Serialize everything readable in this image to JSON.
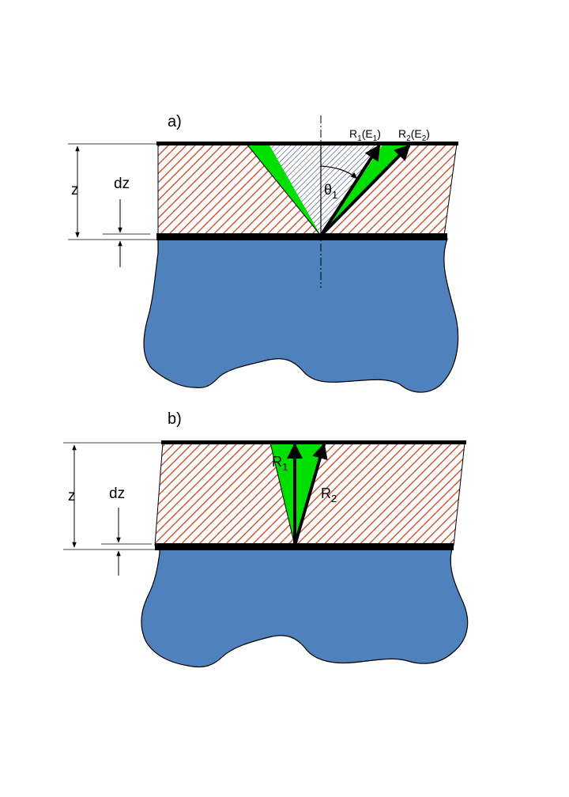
{
  "panel_a": {
    "label": "a)",
    "z_label": "z",
    "dz_label": "dz",
    "r1": {
      "main": "R",
      "sub": "1",
      "tail_a": "(E",
      "tail_sub": "1",
      "tail_b": ")"
    },
    "r2": {
      "main": "R",
      "sub": "2",
      "tail_a": "(E",
      "tail_sub": "2",
      "tail_b": ")"
    },
    "theta": {
      "main": "θ",
      "sub": "1"
    }
  },
  "panel_b": {
    "label": "b)",
    "z_label": "z",
    "dz_label": "dz",
    "r1": {
      "main": "R",
      "sub": "1"
    },
    "r2": {
      "main": "R",
      "sub": "2"
    }
  },
  "colors": {
    "hatch_red": "#c8441e",
    "cone_green": "#00e000",
    "substrate_blue": "#4f81bd",
    "cone_hatch_navy": "#1f2a5c"
  }
}
